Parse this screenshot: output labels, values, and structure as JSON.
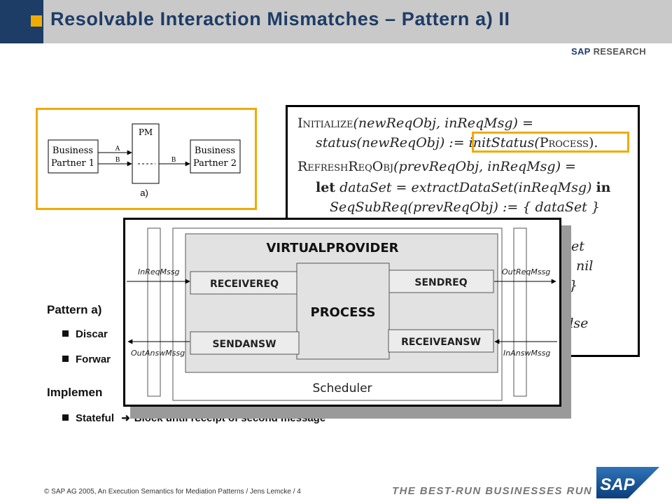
{
  "header": {
    "title": "Resolvable Interaction Mismatches – Pattern a) II",
    "brand": "SAP",
    "brand_suffix": "RESEARCH"
  },
  "figure_a": {
    "partner1_line1": "Business",
    "partner1_line2": "Partner 1",
    "pm": "PM",
    "partner2_line1": "Business",
    "partner2_line2": "Partner 2",
    "msg_a": "A",
    "msg_b": "B",
    "msg_b_out": "B",
    "caption": "a)"
  },
  "formula": {
    "initialize": "Initialize",
    "init_args": "(newReqObj, inReqMsg) =",
    "init_line2": "status(newReqObj) :=",
    "init_status": "initStatus(",
    "process": "Process",
    "init_end": ").",
    "refresh": "RefreshReqObj",
    "refresh_args": "(prevReqObj, inReqMsg) =",
    "let": "let",
    "let_rest": "dataSet = extractDataSet(inReqMsg)",
    "in": "in",
    "seq_line": "SeqSubReq(prevReqObj) := { dataSet }",
    "frag1": "Set",
    "frag2": "= nil",
    "frag3": "}",
    "frag4": ")",
    "frag5": "false"
  },
  "bullets": {
    "pattern_head": "Pattern a)",
    "discard": "Discar",
    "forward": "Forwar",
    "impl_head": "Implemen",
    "stateful": "Stateful",
    "block": "Block until receipt of second message"
  },
  "virtual_provider": {
    "title": "VIRTUALPROVIDER",
    "receive_req": "RECEIVEREQ",
    "send_req": "SENDREQ",
    "process": "PROCESS",
    "send_answ": "SENDANSW",
    "receive_answ": "RECEIVEANSW",
    "scheduler": "Scheduler",
    "in_req": "InReqMssg",
    "out_req": "OutReqMssg",
    "out_answ": "OutAnswMssg",
    "in_answ": "InAnswMssg"
  },
  "footer": {
    "copyright": "© SAP AG 2005, An Execution Semantics for Mediation Patterns / Jens Lemcke / 4",
    "tagline": "THE BEST-RUN BUSINESSES RUN SAP",
    "logo": "SAP"
  },
  "colors": {
    "dark_blue": "#1d3c66",
    "header_gray": "#c9c9c9",
    "accent_gold": "#f0ab00"
  }
}
